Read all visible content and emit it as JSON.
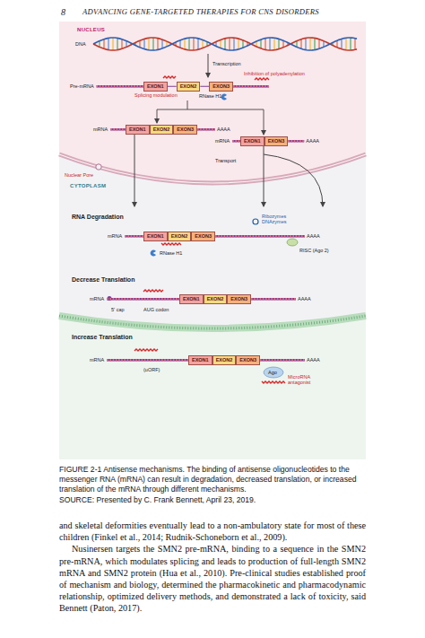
{
  "diagram": {
    "caption": "FIGURE 2-1 Antisense mechanisms. The binding of antisense oligonucleotides to the messenger RNA (mRNA) can result in degradation, decreased translation, or increased translation of the mRNA through different mechanisms.",
    "nodes": [
      {
        "text": [
          "EXON1"
        ]
      },
      {
        "text": [
          "EXON2"
        ]
      },
      {
        "text": [
          "EXON3"
        ]
      },
      {
        "text": [
          "EXON1"
        ]
      },
      {
        "text": [
          "EXON2"
        ]
      },
      {
        "text": [
          "EXON3"
        ]
      },
      {
        "text": [
          "EXON1"
        ]
      },
      {
        "text": [
          "EXON3"
        ]
      },
      {
        "text": [
          "EXON1"
        ]
      },
      {
        "text": [
          "EXON2"
        ]
      },
      {
        "text": [
          "EXON3"
        ]
      },
      {
        "text": [
          "EXON1"
        ]
      },
      {
        "text": [
          "EXON2"
        ]
      },
      {
        "text": [
          "EXON3"
        ]
      },
      {
        "text": [
          "EXON1"
        ]
      },
      {
        "text": [
          "EXON2"
        ]
      },
      {
        "text": [
          "EXON3"
        ]
      }
    ],
    "edges": [
      {
        "from": 0,
        "to": 1,
        "arrow": "none"
      },
      {
        "from": 1,
        "to": 2,
        "arrow": "none"
      }
    ],
    "labels": [
      "8",
      "ADVANCING GENE-TARGETED THERAPIES FOR CNS DISORDERS",
      "NUCLEUS",
      "DNA",
      "Transcription",
      "Pre-mRNA",
      "Inhibition of polyadenylation",
      "Splicing modulation",
      "RNase H1",
      "CYTOPLASM",
      "mRNA",
      "AAAA",
      "mRNA",
      "AAAA",
      "Transport",
      "Nuclear Pore",
      "RNA Degradation",
      "mRNA",
      "Ribozymes DNAzymes",
      "AAAA",
      "RNase H1",
      "RISC (Ago 2)",
      "Decrease Translation",
      "mRNA",
      "AAAA",
      "5' cap",
      "AUG codon",
      "Increase Translation",
      "mRNA",
      "AAAA",
      "(uORF)",
      "MicroRNA antagonist",
      "Ago",
      "SOURCE: Presented by C. Frank Bennett, April 23, 2019.",
      "and skeletal deformities eventually lead to a non-ambulatory state for most of these children (Finkel et al., 2014; Rudnik-Schoneborn et al., 2009).",
      "Nusinersen targets the SMN2 pre-mRNA, binding to a sequence in the SMN2 pre-mRNA, which modulates splicing and leads to production of full-length SMN2 mRNA and SMN2 protein (Hua et al., 2010). Pre-clinical studies established proof of mechanism and biology, determined the pharmacokinetic and pharmacodynamic relationship, optimized delivery methods, and demonstrated a lack of toxicity, said Bennett (Paton, 2017)."
    ]
  }
}
